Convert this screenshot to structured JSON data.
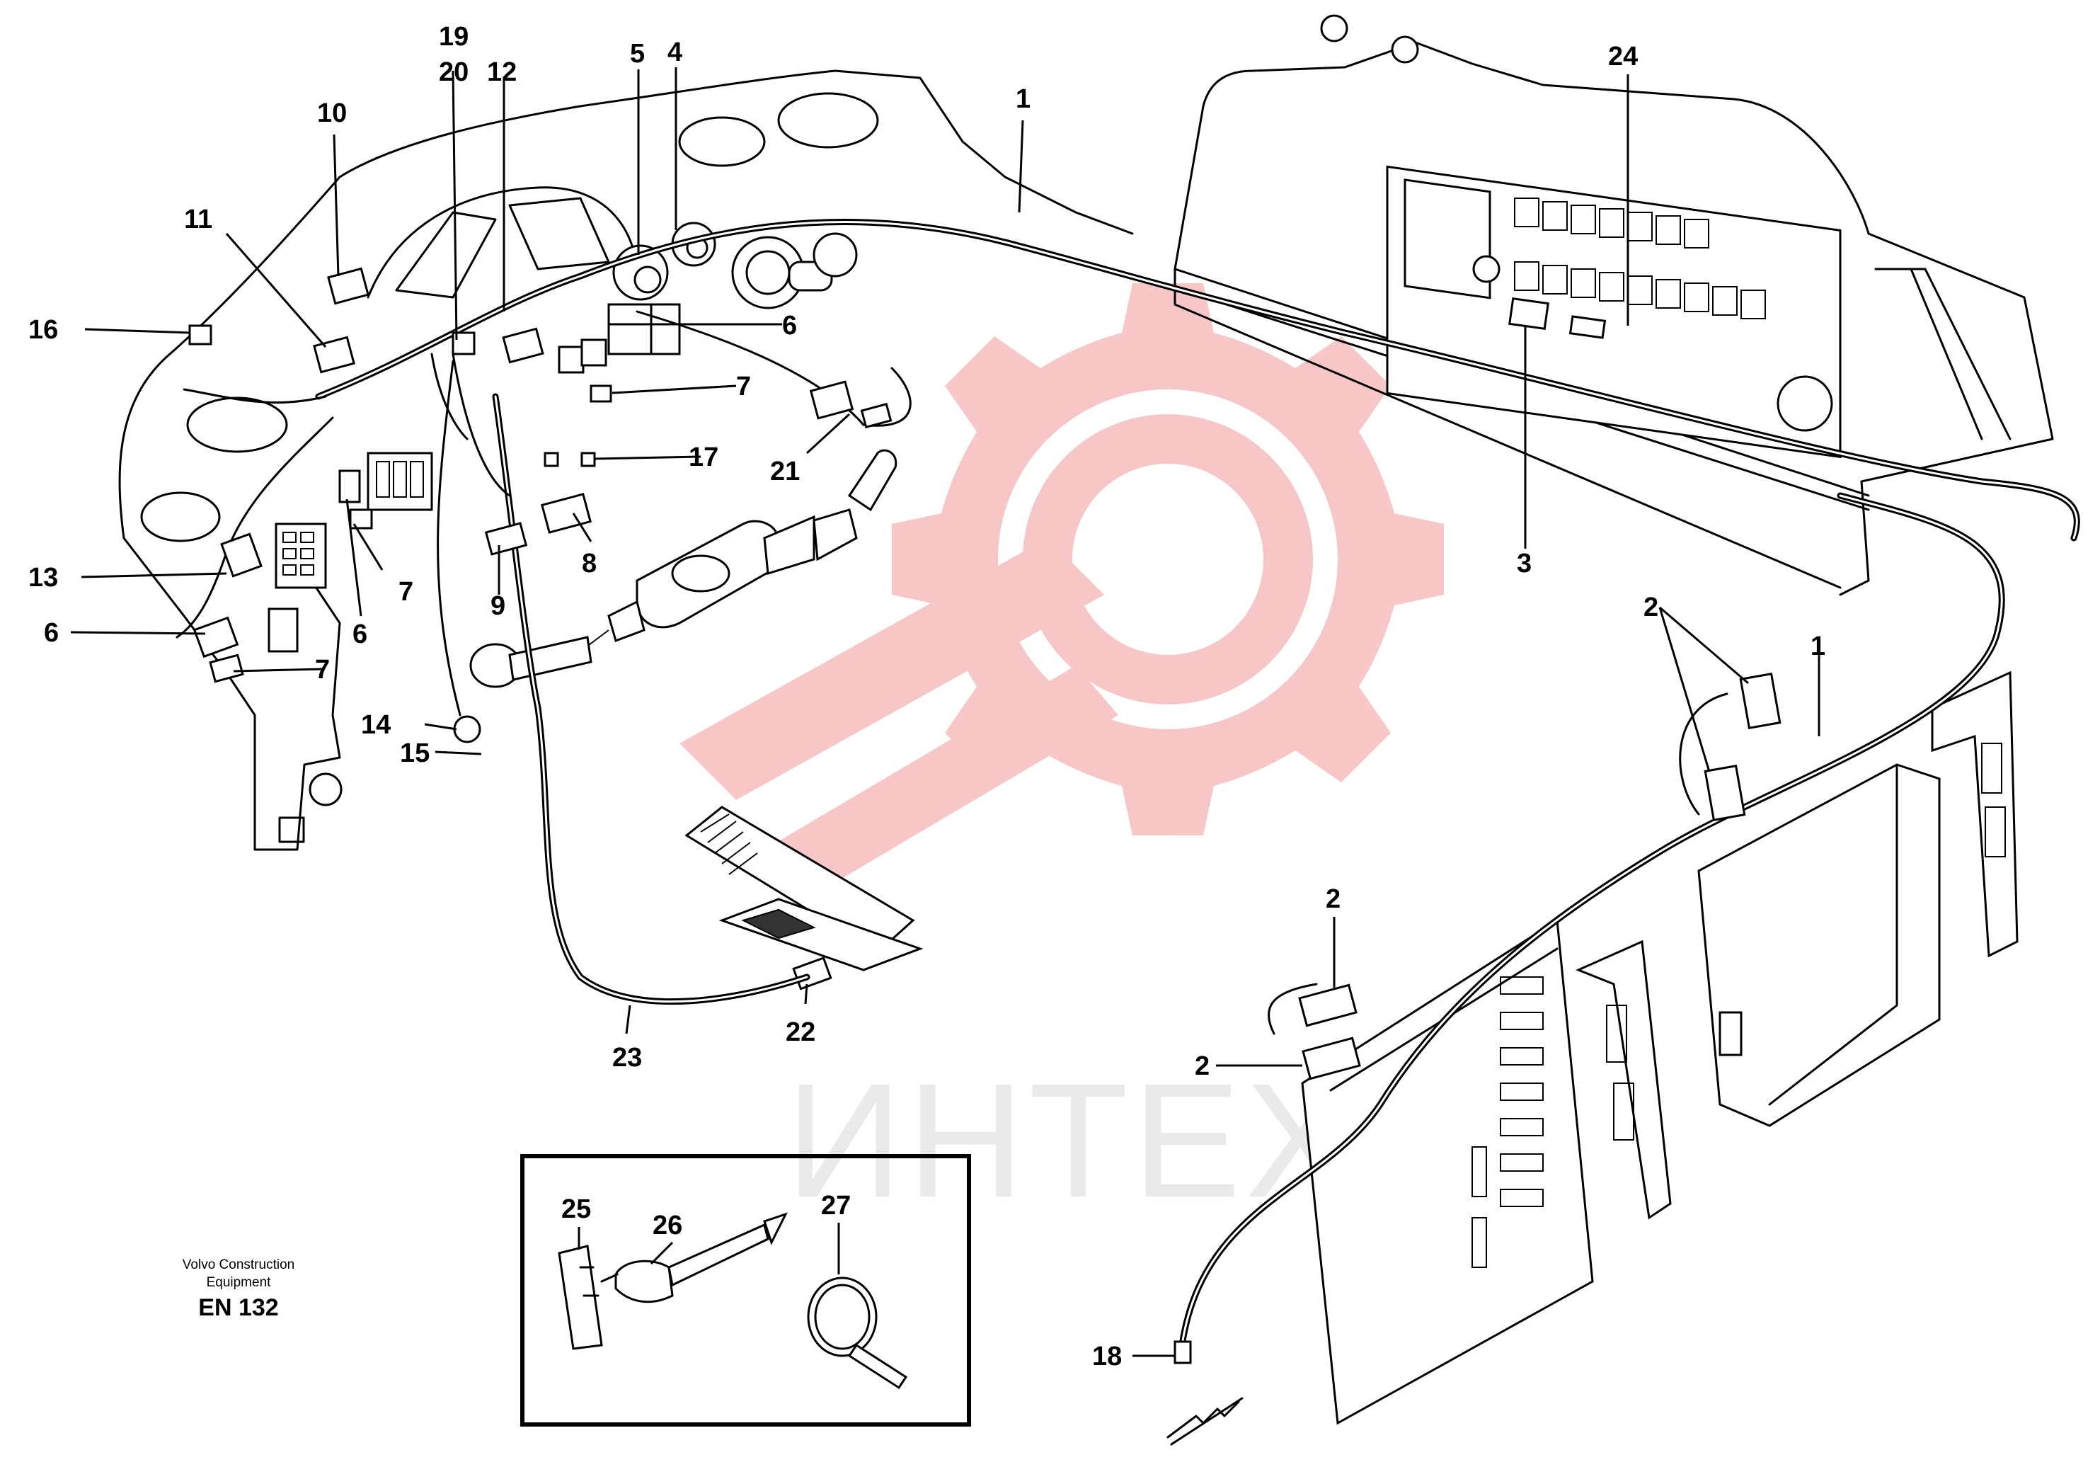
{
  "footer": {
    "company_line1": "Volvo Construction",
    "company_line2": "Equipment",
    "code": "EN 132"
  },
  "watermark": {
    "text": "ИНТЕХ",
    "color": "#f29a9a"
  },
  "callouts": [
    {
      "id": "c19",
      "label": "19"
    },
    {
      "id": "c20",
      "label": "20"
    },
    {
      "id": "c12",
      "label": "12"
    },
    {
      "id": "c5",
      "label": "5"
    },
    {
      "id": "c4",
      "label": "4"
    },
    {
      "id": "c1a",
      "label": "1"
    },
    {
      "id": "c24",
      "label": "24"
    },
    {
      "id": "c10",
      "label": "10"
    },
    {
      "id": "c11",
      "label": "11"
    },
    {
      "id": "c16",
      "label": "16"
    },
    {
      "id": "c6a",
      "label": "6"
    },
    {
      "id": "c7a",
      "label": "7"
    },
    {
      "id": "c17",
      "label": "17"
    },
    {
      "id": "c21",
      "label": "21"
    },
    {
      "id": "c3",
      "label": "3"
    },
    {
      "id": "c13",
      "label": "13"
    },
    {
      "id": "c8",
      "label": "8"
    },
    {
      "id": "c9",
      "label": "9"
    },
    {
      "id": "c7b",
      "label": "7"
    },
    {
      "id": "c6b",
      "label": "6"
    },
    {
      "id": "c6c",
      "label": "6"
    },
    {
      "id": "c7c",
      "label": "7"
    },
    {
      "id": "c2a",
      "label": "2"
    },
    {
      "id": "c1b",
      "label": "1"
    },
    {
      "id": "c14",
      "label": "14"
    },
    {
      "id": "c15",
      "label": "15"
    },
    {
      "id": "c2b",
      "label": "2"
    },
    {
      "id": "c2c",
      "label": "2"
    },
    {
      "id": "c22",
      "label": "22"
    },
    {
      "id": "c23",
      "label": "23"
    },
    {
      "id": "c25",
      "label": "25"
    },
    {
      "id": "c26",
      "label": "26"
    },
    {
      "id": "c27",
      "label": "27"
    },
    {
      "id": "c18",
      "label": "18"
    }
  ]
}
